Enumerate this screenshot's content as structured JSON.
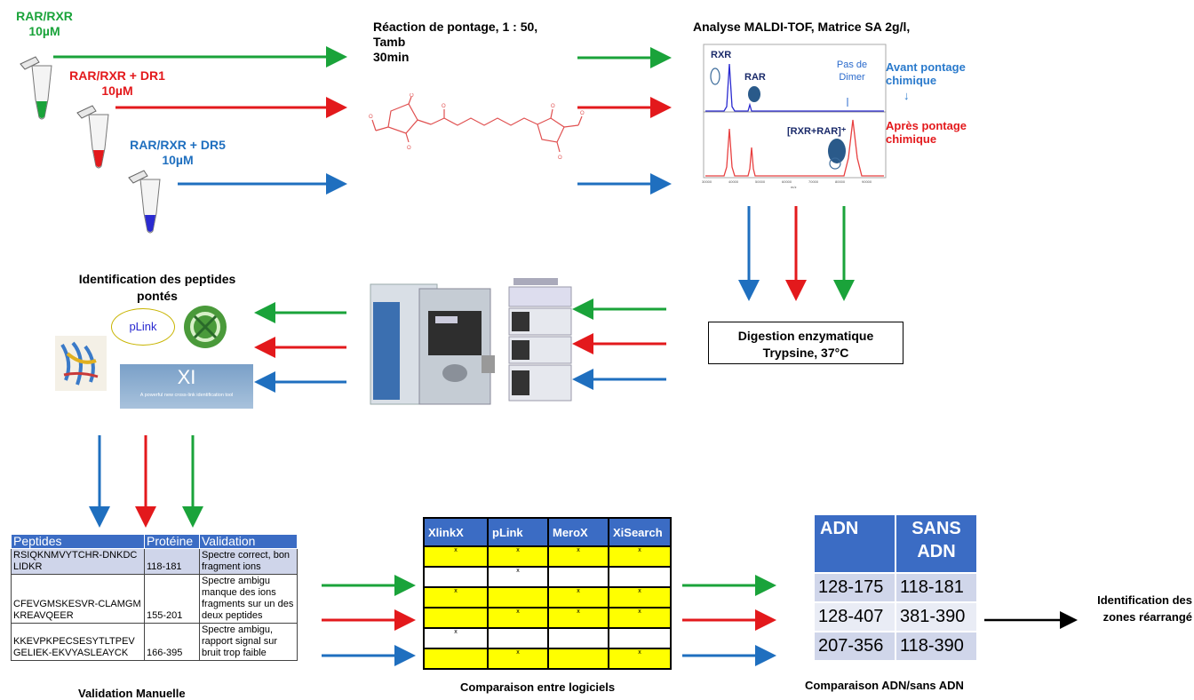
{
  "samples": [
    {
      "line1": "RAR/RXR",
      "line2": "10µM",
      "color": "#1aa33a"
    },
    {
      "line1": "RAR/RXR + DR1",
      "line2": "10µM",
      "color": "#e3191c"
    },
    {
      "line1": "RAR/RXR + DR5",
      "line2": "10µM",
      "color": "#1f6fbf"
    }
  ],
  "crosslink": {
    "line1": "Réaction de pontage,  1 : 50,",
    "line2": "Tamb",
    "line3": "30min"
  },
  "maldi": {
    "title": "Analyse MALDI-TOF, Matrice SA 2g/l,",
    "rxr": "RXR",
    "rar": "RAR",
    "no_dimer": "Pas de Dimer",
    "before": "Avant pontage chimique",
    "after": "Après pontage chimique",
    "complex": "[RXR+RAR]⁺",
    "x_ticks": [
      "30000",
      "40000",
      "50000",
      "60000",
      "70000",
      "80000",
      "90000"
    ],
    "x_unit": "m/z"
  },
  "digestion": {
    "line1": "Digestion enzymatique",
    "line2": "Trypsine, 37°C"
  },
  "identification": {
    "title": "Identification des peptides pontés",
    "plink": "pLink",
    "xi": "XI",
    "xi_sub": "A powerful new cross-link identification tool"
  },
  "manual": {
    "headers": [
      "Peptides",
      "Protéine",
      "Validation"
    ],
    "rows": [
      {
        "peptide": "RSIQKNMVYTCHR-DNKDCLIDKR",
        "protein": "118-181",
        "validation": "Spectre correct, bon fragment ions"
      },
      {
        "peptide": "CFEVGMSKESVR-CLAMGMKREAVQEER",
        "protein": "155-201",
        "validation": "Spectre ambigu manque des ions fragments sur un des deux peptides"
      },
      {
        "peptide": "KKEVPKPECSESYTLTPEVGELIEK-EKVYASLEAYCK",
        "protein": "166-395",
        "validation": "Spectre ambigu, rapport signal sur bruit trop faible"
      }
    ],
    "caption": "Validation Manuelle"
  },
  "comparison": {
    "headers": [
      "XlinkX",
      "pLink",
      "MeroX",
      "XiSearch"
    ],
    "rows": [
      {
        "cells": [
          "x",
          "x",
          "x",
          "x"
        ],
        "bg": "#ffff00"
      },
      {
        "cells": [
          "",
          "x",
          "",
          ""
        ],
        "bg": "#ffffff"
      },
      {
        "cells": [
          "x",
          "",
          "x",
          "x"
        ],
        "bg": "#ffff00"
      },
      {
        "cells": [
          "",
          "x",
          "x",
          "x"
        ],
        "bg": "#ffff00"
      },
      {
        "cells": [
          "x",
          "",
          "",
          ""
        ],
        "bg": "#ffffff"
      },
      {
        "cells": [
          "",
          "x",
          "",
          "x"
        ],
        "bg": "#ffff00"
      }
    ],
    "caption": "Comparaison entre logiciels"
  },
  "adn": {
    "headers": [
      "ADN",
      "SANS ADN"
    ],
    "rows": [
      [
        "128-175",
        "118-181"
      ],
      [
        "128-407",
        "381-390"
      ],
      [
        "207-356",
        "118-390"
      ]
    ],
    "caption": "Comparaison ADN/sans ADN"
  },
  "result": "Identification des zones réarrangé"
}
